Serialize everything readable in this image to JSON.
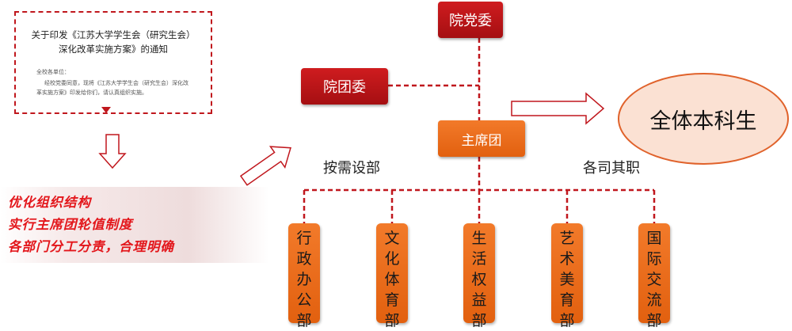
{
  "notice": {
    "title_line1": "关于印发《江苏大学学生会（研究生会）",
    "title_line2": "深化改革实施方案》的通知",
    "salutation": "全校各单位：",
    "body_line1": "经校党委同意，现将《江苏大学学生会（研究生会）深化改",
    "body_line2": "革实施方案》印发给你们，请认真组织实施。"
  },
  "slogans": [
    "优化组织结构",
    "实行主席团轮值制度",
    "各部门分工分责，合理明确"
  ],
  "org": {
    "party_committee": "院党委",
    "youth_league": "院团委",
    "presidium": "主席团",
    "all_students": "全体本科生",
    "label_left": "按需设部",
    "label_right": "各司其职",
    "departments": [
      [
        "行",
        "政",
        "办",
        "公",
        "部"
      ],
      [
        "文",
        "化",
        "体",
        "育",
        "部"
      ],
      [
        "生",
        "活",
        "权",
        "益",
        "部"
      ],
      [
        "艺",
        "术",
        "美",
        "育",
        "部"
      ],
      [
        "国",
        "际",
        "交",
        "流",
        "部"
      ]
    ]
  },
  "colors": {
    "red": "#c0171d",
    "orange": "#ec6b1e",
    "oval_fill": "#fbe1d3"
  }
}
